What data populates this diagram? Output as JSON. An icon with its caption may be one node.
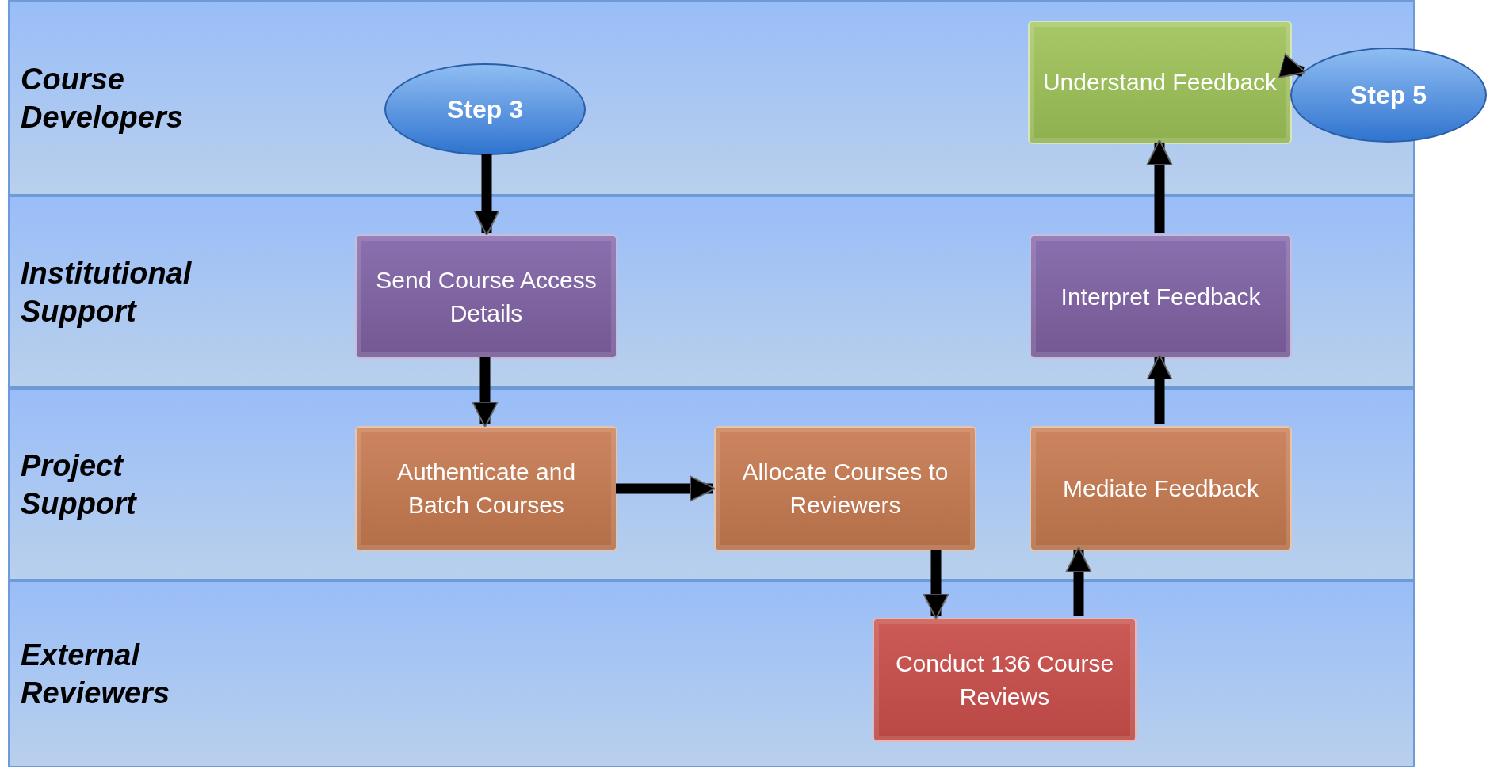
{
  "diagram": {
    "nodes": [
      {
        "text": [
          "Course Developers"
        ]
      },
      {
        "text": [
          "Step 3"
        ],
        "in": 0
      },
      {
        "text": [
          "Understand Feedback"
        ],
        "in": 0
      },
      {
        "text": [
          "Step 5"
        ]
      },
      {
        "text": [
          "Institutional Support"
        ]
      },
      {
        "text": [
          "Send Course Access Details"
        ],
        "in": 4
      },
      {
        "text": [
          "Interpret Feedback"
        ],
        "in": 4
      },
      {
        "text": [
          "Project Support"
        ]
      },
      {
        "text": [
          "Authenticate and Batch Courses"
        ],
        "in": 7
      },
      {
        "text": [
          "Allocate Courses to Reviewers"
        ],
        "in": 7
      },
      {
        "text": [
          "Mediate Feedback"
        ],
        "in": 7
      },
      {
        "text": [
          "External Reviewers"
        ]
      },
      {
        "text": [
          "Conduct 136 Course Reviews"
        ],
        "in": 11
      }
    ],
    "edges": [
      {
        "from": 1,
        "to": 5,
        "arrow": "to"
      },
      {
        "from": 5,
        "to": 8,
        "arrow": "to"
      },
      {
        "from": 8,
        "to": 9,
        "arrow": "to"
      },
      {
        "from": 9,
        "to": 12,
        "arrow": "to"
      },
      {
        "from": 12,
        "to": 10,
        "arrow": "to"
      },
      {
        "from": 10,
        "to": 6,
        "arrow": "to"
      },
      {
        "from": 6,
        "to": 2,
        "arrow": "to"
      },
      {
        "from": 2,
        "to": 3,
        "arrow": "to"
      }
    ]
  }
}
